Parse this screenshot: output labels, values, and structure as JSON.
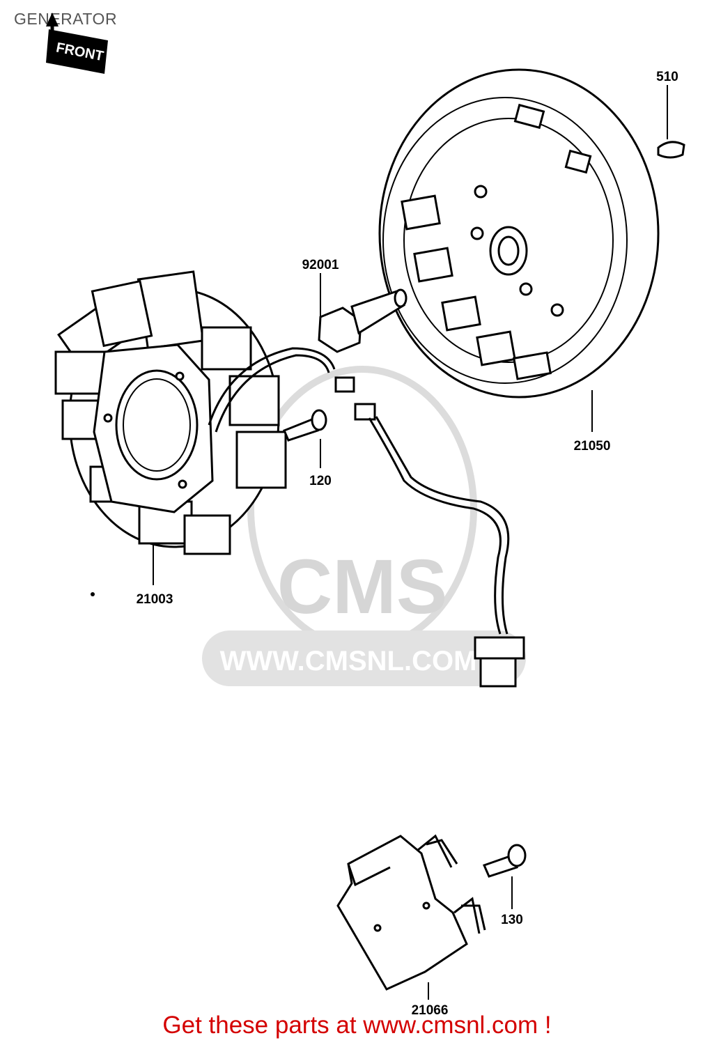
{
  "title": "GENERATOR",
  "front_marker": "FRONT",
  "parts": [
    {
      "id": "p510",
      "number": "510"
    },
    {
      "id": "p92001",
      "number": "92001"
    },
    {
      "id": "p21050",
      "number": "21050"
    },
    {
      "id": "p120",
      "number": "120"
    },
    {
      "id": "p21003",
      "number": "21003"
    },
    {
      "id": "p130",
      "number": "130"
    },
    {
      "id": "p21066",
      "number": "21066"
    }
  ],
  "watermark": {
    "brand": "CMS",
    "url": "WWW.CMSNL.COM"
  },
  "footer": {
    "text": "Get these parts at www.cmsnl.com !",
    "color": "#d40000"
  }
}
